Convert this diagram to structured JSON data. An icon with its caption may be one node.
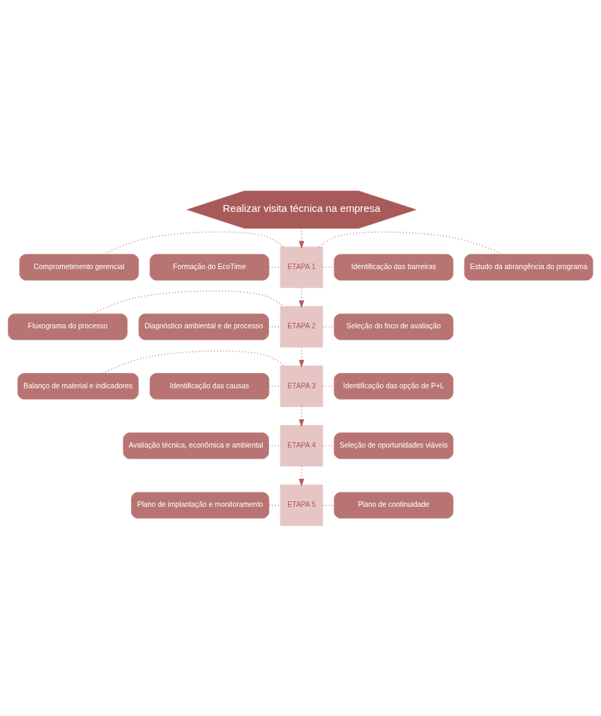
{
  "diagram": {
    "nodes": [
      {
        "text": [
          "Realizar visita técnica na empresa"
        ]
      },
      {
        "text": [
          "Comprometimento gerencial"
        ]
      },
      {
        "text": [
          "Formação do EcoTime"
        ]
      },
      {
        "text": [
          "ETAPA 1"
        ]
      },
      {
        "text": [
          "Estudo da abrangência do programa"
        ]
      },
      {
        "text": [
          "Identificação das barreiras"
        ]
      },
      {
        "text": [
          "Fluxograma do processo"
        ]
      },
      {
        "text": [
          "Diagnóstico ambiental e de processo"
        ]
      },
      {
        "text": [
          "ETAPA 2"
        ]
      },
      {
        "text": [
          "Seleção do foco de avaliação"
        ]
      },
      {
        "text": [
          "Balanço de material e indicadores"
        ]
      },
      {
        "text": [
          "Identificação das causas"
        ]
      },
      {
        "text": [
          "ETAPA 3"
        ]
      },
      {
        "text": [
          "Identificação das opção de P+L"
        ]
      },
      {
        "text": [
          "Avaliação técnica, econômica e ambiental"
        ]
      },
      {
        "text": [
          "ETAPA 4"
        ]
      },
      {
        "text": [
          "Seleção de oportunidades viáveis"
        ]
      },
      {
        "text": [
          "Plano de implantação e monitoramento"
        ]
      },
      {
        "text": [
          "ETAPA 5"
        ]
      },
      {
        "text": [
          "Plano de continuidade"
        ]
      }
    ],
    "edges": [
      {
        "from": 0,
        "to": 3,
        "arrow": "to"
      },
      {
        "from": 1,
        "to": 3,
        "arrow": "none"
      },
      {
        "from": 2,
        "to": 3,
        "arrow": "none"
      },
      {
        "from": 3,
        "to": 4,
        "arrow": "none"
      },
      {
        "from": 3,
        "to": 5,
        "arrow": "none"
      },
      {
        "from": 3,
        "to": 8,
        "arrow": "to"
      },
      {
        "from": 6,
        "to": 8,
        "arrow": "none"
      },
      {
        "from": 7,
        "to": 8,
        "arrow": "none"
      },
      {
        "from": 8,
        "to": 9,
        "arrow": "none"
      },
      {
        "from": 8,
        "to": 12,
        "arrow": "to"
      },
      {
        "from": 10,
        "to": 12,
        "arrow": "none"
      },
      {
        "from": 11,
        "to": 12,
        "arrow": "none"
      },
      {
        "from": 12,
        "to": 13,
        "arrow": "none"
      },
      {
        "from": 12,
        "to": 15,
        "arrow": "to"
      },
      {
        "from": 14,
        "to": 15,
        "arrow": "none"
      },
      {
        "from": 15,
        "to": 16,
        "arrow": "none"
      },
      {
        "from": 15,
        "to": 18,
        "arrow": "to"
      },
      {
        "from": 17,
        "to": 18,
        "arrow": "none"
      },
      {
        "from": 18,
        "to": 19,
        "arrow": "none"
      }
    ]
  }
}
